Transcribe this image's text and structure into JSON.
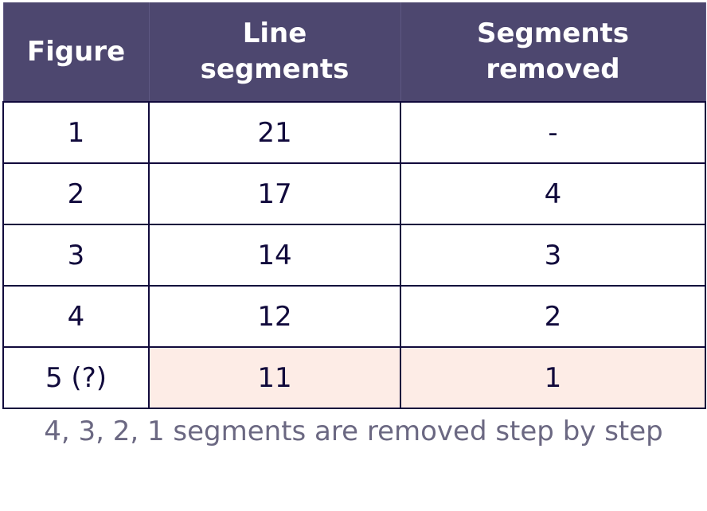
{
  "table": {
    "headers": [
      "Figure",
      "Line\nsegments",
      "Segments\nremoved"
    ],
    "rows": [
      [
        "1",
        "21",
        "-"
      ],
      [
        "2",
        "17",
        "4"
      ],
      [
        "3",
        "14",
        "3"
      ],
      [
        "4",
        "12",
        "2"
      ],
      [
        "5 (?)",
        "11",
        "1"
      ]
    ]
  },
  "caption": "4, 3, 2, 1 segments are removed step by step",
  "colors": {
    "header_bg": "#4d476f",
    "highlight_bg": "#fdece6",
    "text": "#110a3c",
    "caption_text": "#6b6882"
  }
}
